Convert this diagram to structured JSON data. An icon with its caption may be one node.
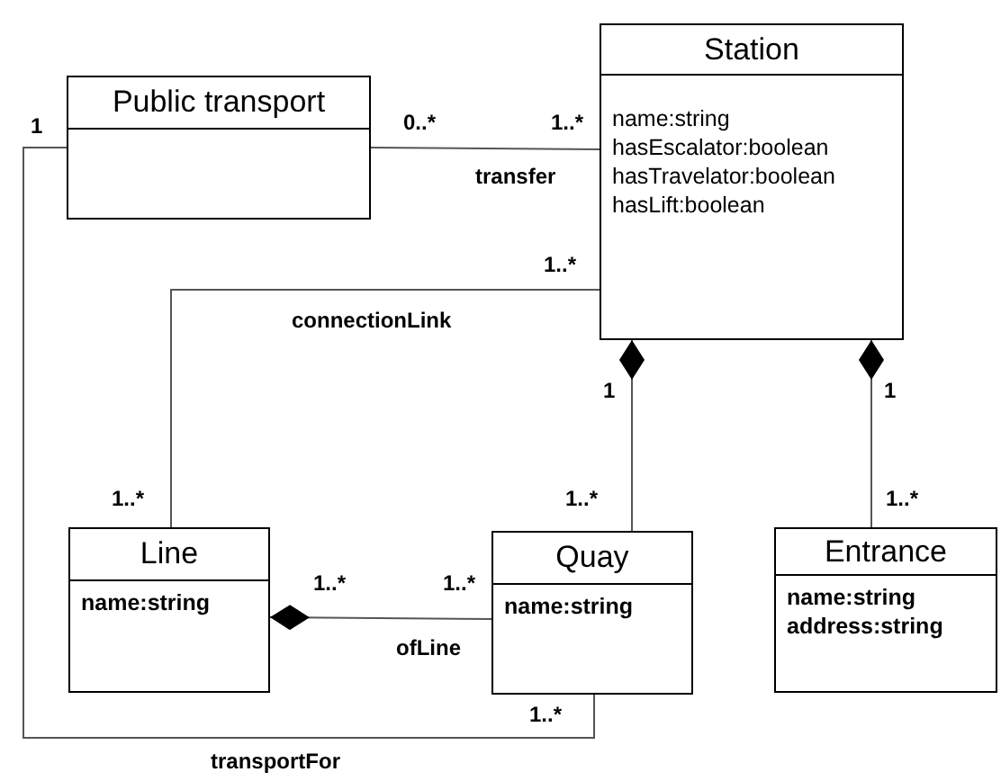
{
  "diagram": {
    "nodes": [
      {
        "text": [
          "Public transport"
        ]
      },
      {
        "text": [
          "Station",
          "name:string",
          "hasEscalator:boolean",
          "hasTravelator:boolean",
          "hasLift:boolean"
        ]
      },
      {
        "text": [
          "Line",
          "name:string"
        ]
      },
      {
        "text": [
          "Quay",
          "name:string"
        ]
      },
      {
        "text": [
          "Entrance",
          "name:string",
          "address:string"
        ]
      }
    ],
    "edges": [
      {
        "from": 0,
        "to": 1,
        "arrow": "none",
        "label": "transfer"
      },
      {
        "from": 1,
        "to": 2,
        "arrow": "none",
        "label": "connectionLink"
      },
      {
        "from": 1,
        "to": 3,
        "arrow": "other"
      },
      {
        "from": 1,
        "to": 4,
        "arrow": "other"
      },
      {
        "from": 2,
        "to": 3,
        "arrow": "other",
        "label": "ofLine"
      },
      {
        "from": 0,
        "to": 3,
        "arrow": "none",
        "label": "transportFor"
      }
    ],
    "labels": [
      "1",
      "0..*",
      "1..*",
      "1..*",
      "1",
      "1",
      "1..*",
      "1..*",
      "1..*",
      "1..*",
      "1..*",
      "1..*"
    ]
  }
}
